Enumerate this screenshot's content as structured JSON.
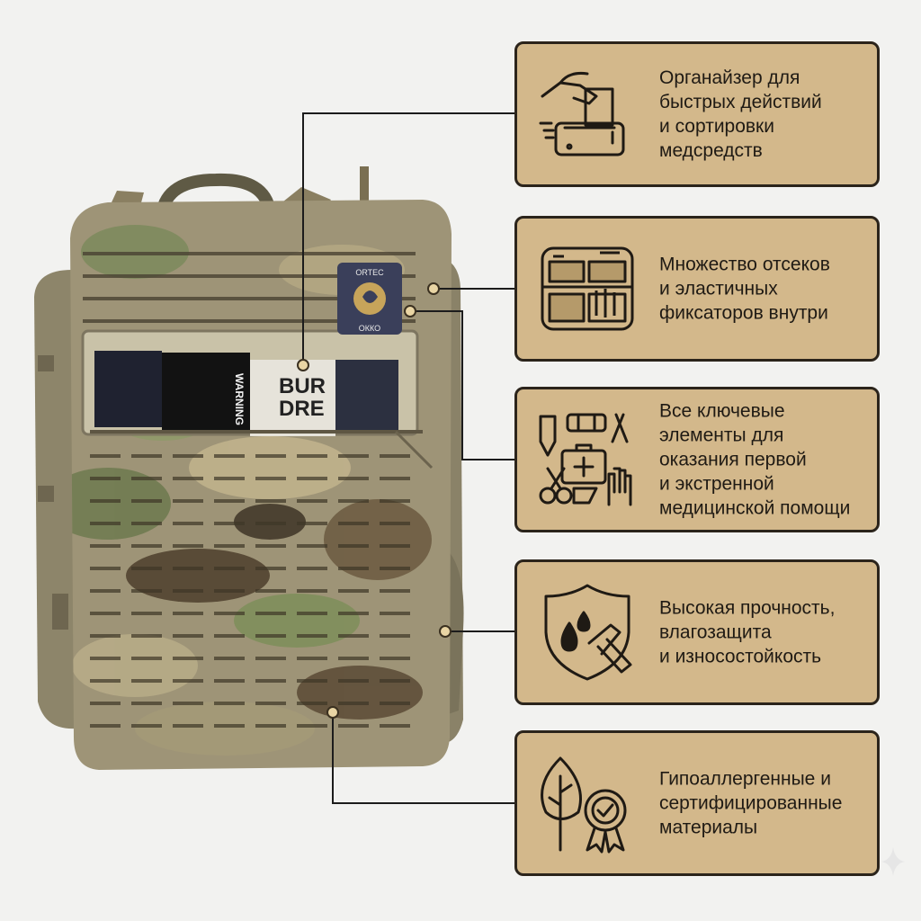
{
  "features": [
    {
      "icon": "hand-inserting-card-icon",
      "text": "Органайзер для\nбыстрых действий\nи сортировки\nмедсредств"
    },
    {
      "icon": "open-organizer-compartments-icon",
      "text": "Множество отсеков\nи эластичных\nфиксаторов внутри"
    },
    {
      "icon": "medical-supplies-icon",
      "text": "Все ключевые\nэлементы для\nоказания первой\nи экстренной\nмедицинской помощи"
    },
    {
      "icon": "shield-water-hammer-icon",
      "text": "Высокая прочность,\nвлагозащита\nи износостойкость"
    },
    {
      "icon": "leaf-certified-badge-icon",
      "text": "Гипоаллергенные и\nсертифицированные\nматериалы"
    }
  ],
  "patch_text": {
    "top": "ORTEC",
    "bottom": "ОККО"
  },
  "window_text": {
    "card_title": "BUR\nDRE",
    "warning_label": "WARNING"
  },
  "colors": {
    "background": "#f2f2f0",
    "card_fill": "#d3b88b",
    "card_border": "#2b241b",
    "camo_base": "#9e9477",
    "connector_line": "#1c1c1c"
  }
}
